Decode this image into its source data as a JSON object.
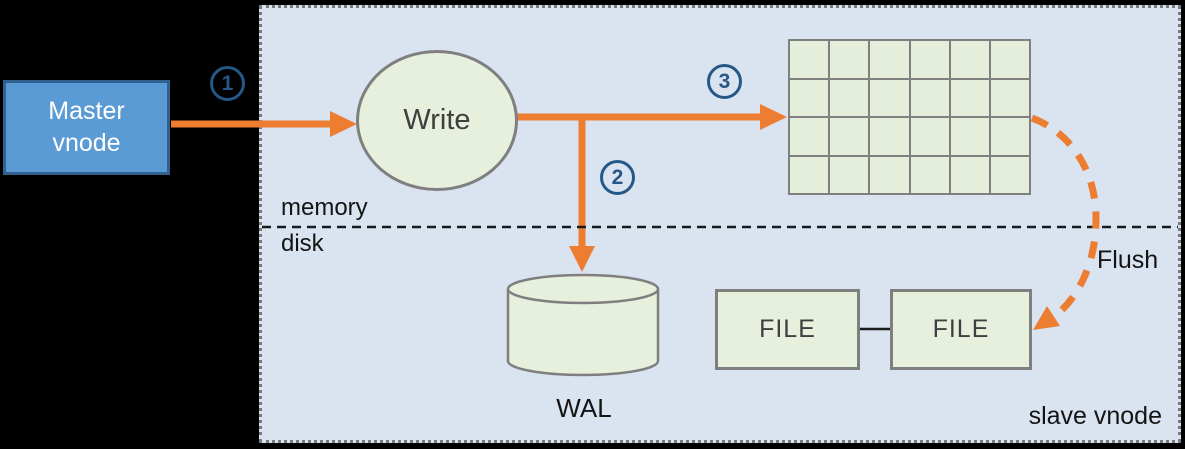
{
  "nodes": {
    "master": {
      "label": "Master\nvnode"
    },
    "write": {
      "label": "Write"
    },
    "wal": {
      "label": "WAL"
    },
    "file1": {
      "label": "FILE"
    },
    "file2": {
      "label": "FILE"
    }
  },
  "steps": {
    "s1": "1",
    "s2": "2",
    "s3": "3"
  },
  "labels": {
    "memory": "memory",
    "disk": "disk",
    "flush": "Flush",
    "slave_vnode": "slave vnode"
  },
  "memtable": {
    "rows": 4,
    "cols": 6
  },
  "colors": {
    "background": "#000000",
    "panel_fill": "#dae3f0",
    "panel_border": "#7a7a7a",
    "master_fill": "#5b9bd5",
    "master_border": "#31618e",
    "node_fill": "#e7f0dc",
    "node_border": "#7f7f7f",
    "arrow_orange": "#ed7d31",
    "step_circle": "#255787",
    "divider_black": "#1a1a1a",
    "text_white": "#ffffff",
    "text_dark": "#3f3f3f",
    "text_black": "#141414"
  }
}
